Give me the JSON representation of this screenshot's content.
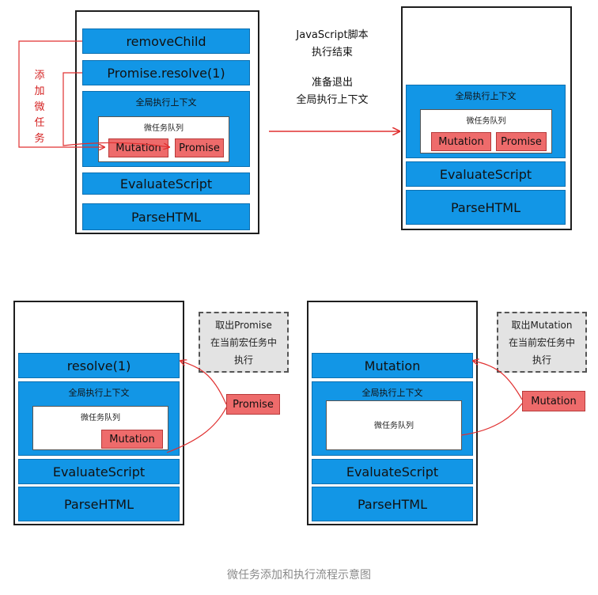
{
  "step1": {
    "frames": {
      "remove_child": "removeChild",
      "promise_resolve": "Promise.resolve(1)",
      "evaluate_script": "EvaluateScript",
      "parse_html": "ParseHTML"
    },
    "context_title": "全局执行上下文",
    "queue_title": "微任务队列",
    "queue_items": [
      "Mutation",
      "Promise"
    ],
    "side_label": [
      "添",
      "加",
      "微",
      "任",
      "务"
    ]
  },
  "transition": {
    "line1": "JavaScript脚本",
    "line2": "执行结束",
    "line3": "准备退出",
    "line4": "全局执行上下文"
  },
  "step2": {
    "context_title": "全局执行上下文",
    "queue_title": "微任务队列",
    "queue_items": [
      "Mutation",
      "Promise"
    ],
    "frames": {
      "evaluate_script": "EvaluateScript",
      "parse_html": "ParseHTML"
    }
  },
  "step3": {
    "top_frame": "resolve(1)",
    "context_title": "全局执行上下文",
    "queue_title": "微任务队列",
    "queue_items": [
      "Mutation"
    ],
    "frames": {
      "evaluate_script": "EvaluateScript",
      "parse_html": "ParseHTML"
    },
    "note": [
      "取出Promise",
      "在当前宏任务中",
      "执行"
    ],
    "moving_task": "Promise"
  },
  "step4": {
    "top_frame": "Mutation",
    "context_title": "全局执行上下文",
    "queue_title": "微任务队列",
    "frames": {
      "evaluate_script": "EvaluateScript",
      "parse_html": "ParseHTML"
    },
    "note": [
      "取出Mutation",
      "在当前宏任务中",
      "执行"
    ],
    "moving_task": "Mutation"
  },
  "caption": "微任务添加和执行流程示意图",
  "colors": {
    "frame_blue": "#1296e6",
    "task_red": "#ee6b6b",
    "arrow_red": "#e03030",
    "note_gray": "#e3e3e3"
  }
}
